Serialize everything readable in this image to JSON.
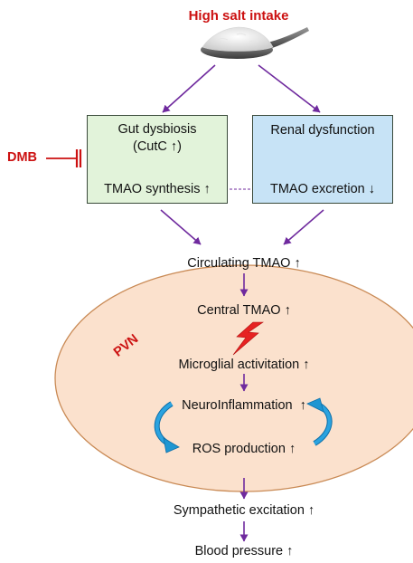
{
  "title": "High salt intake",
  "inhibitor": "DMB",
  "region_label": "PVN",
  "gut_box": {
    "line1": "Gut dysbiosis",
    "line2": "(CutC ↑)",
    "synthesis": "TMAO synthesis ↑",
    "fill": "#e2f3da"
  },
  "renal_box": {
    "line1": "Renal dysfunction",
    "excretion": "TMAO excretion ↓",
    "fill": "#c7e3f6"
  },
  "nodes": {
    "circulating": "Circulating TMAO ↑",
    "central": "Central TMAO ↑",
    "microglial": "Microglial activitation ↑",
    "neuro": "NeuroInflammation  ↑",
    "ros": "ROS production ↑",
    "sympathetic": "Sympathetic excitation ↑",
    "bp": "Blood pressure ↑"
  },
  "colors": {
    "arrow": "#6f2a9e",
    "red_text": "#cc1111",
    "ellipse_fill": "#fbe1cd",
    "ellipse_stroke": "#c98a55",
    "cycle_arrow": "#1e96d2"
  },
  "icons": [
    "salt-spoon-icon",
    "lightning-bolt-icon",
    "inhibition-bar-icon",
    "cycle-arrow-icon"
  ]
}
